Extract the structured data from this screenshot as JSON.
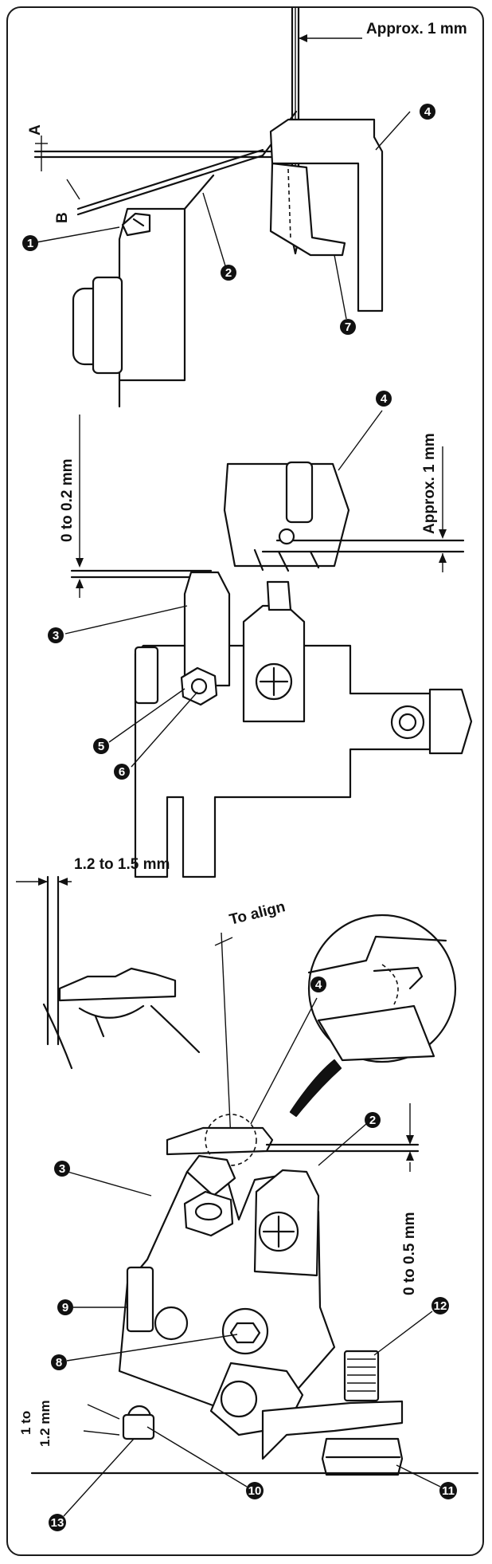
{
  "figure_1": {
    "gap_label": "Approx. 1 mm",
    "letter_a": "A",
    "letter_b": "B",
    "callouts": [
      "❶",
      "❷",
      "❹",
      "❼"
    ]
  },
  "figure_2": {
    "gap_label": "Approx. 1 mm",
    "clearance_label": "0 to 0.2 mm",
    "callouts": [
      "❸",
      "❹",
      "❺",
      "❻"
    ]
  },
  "figure_3": {
    "gap_label": "1.2 to 1.5 mm",
    "align_label": "To align",
    "clearance_label": "0 to 0.5 mm",
    "height_label_line1": "1 to",
    "height_label_line2": "1.2 mm",
    "callouts": [
      "❷",
      "❸",
      "❹",
      "❽",
      "❾",
      "❿",
      "⓫",
      "⓬",
      "⓭"
    ]
  }
}
